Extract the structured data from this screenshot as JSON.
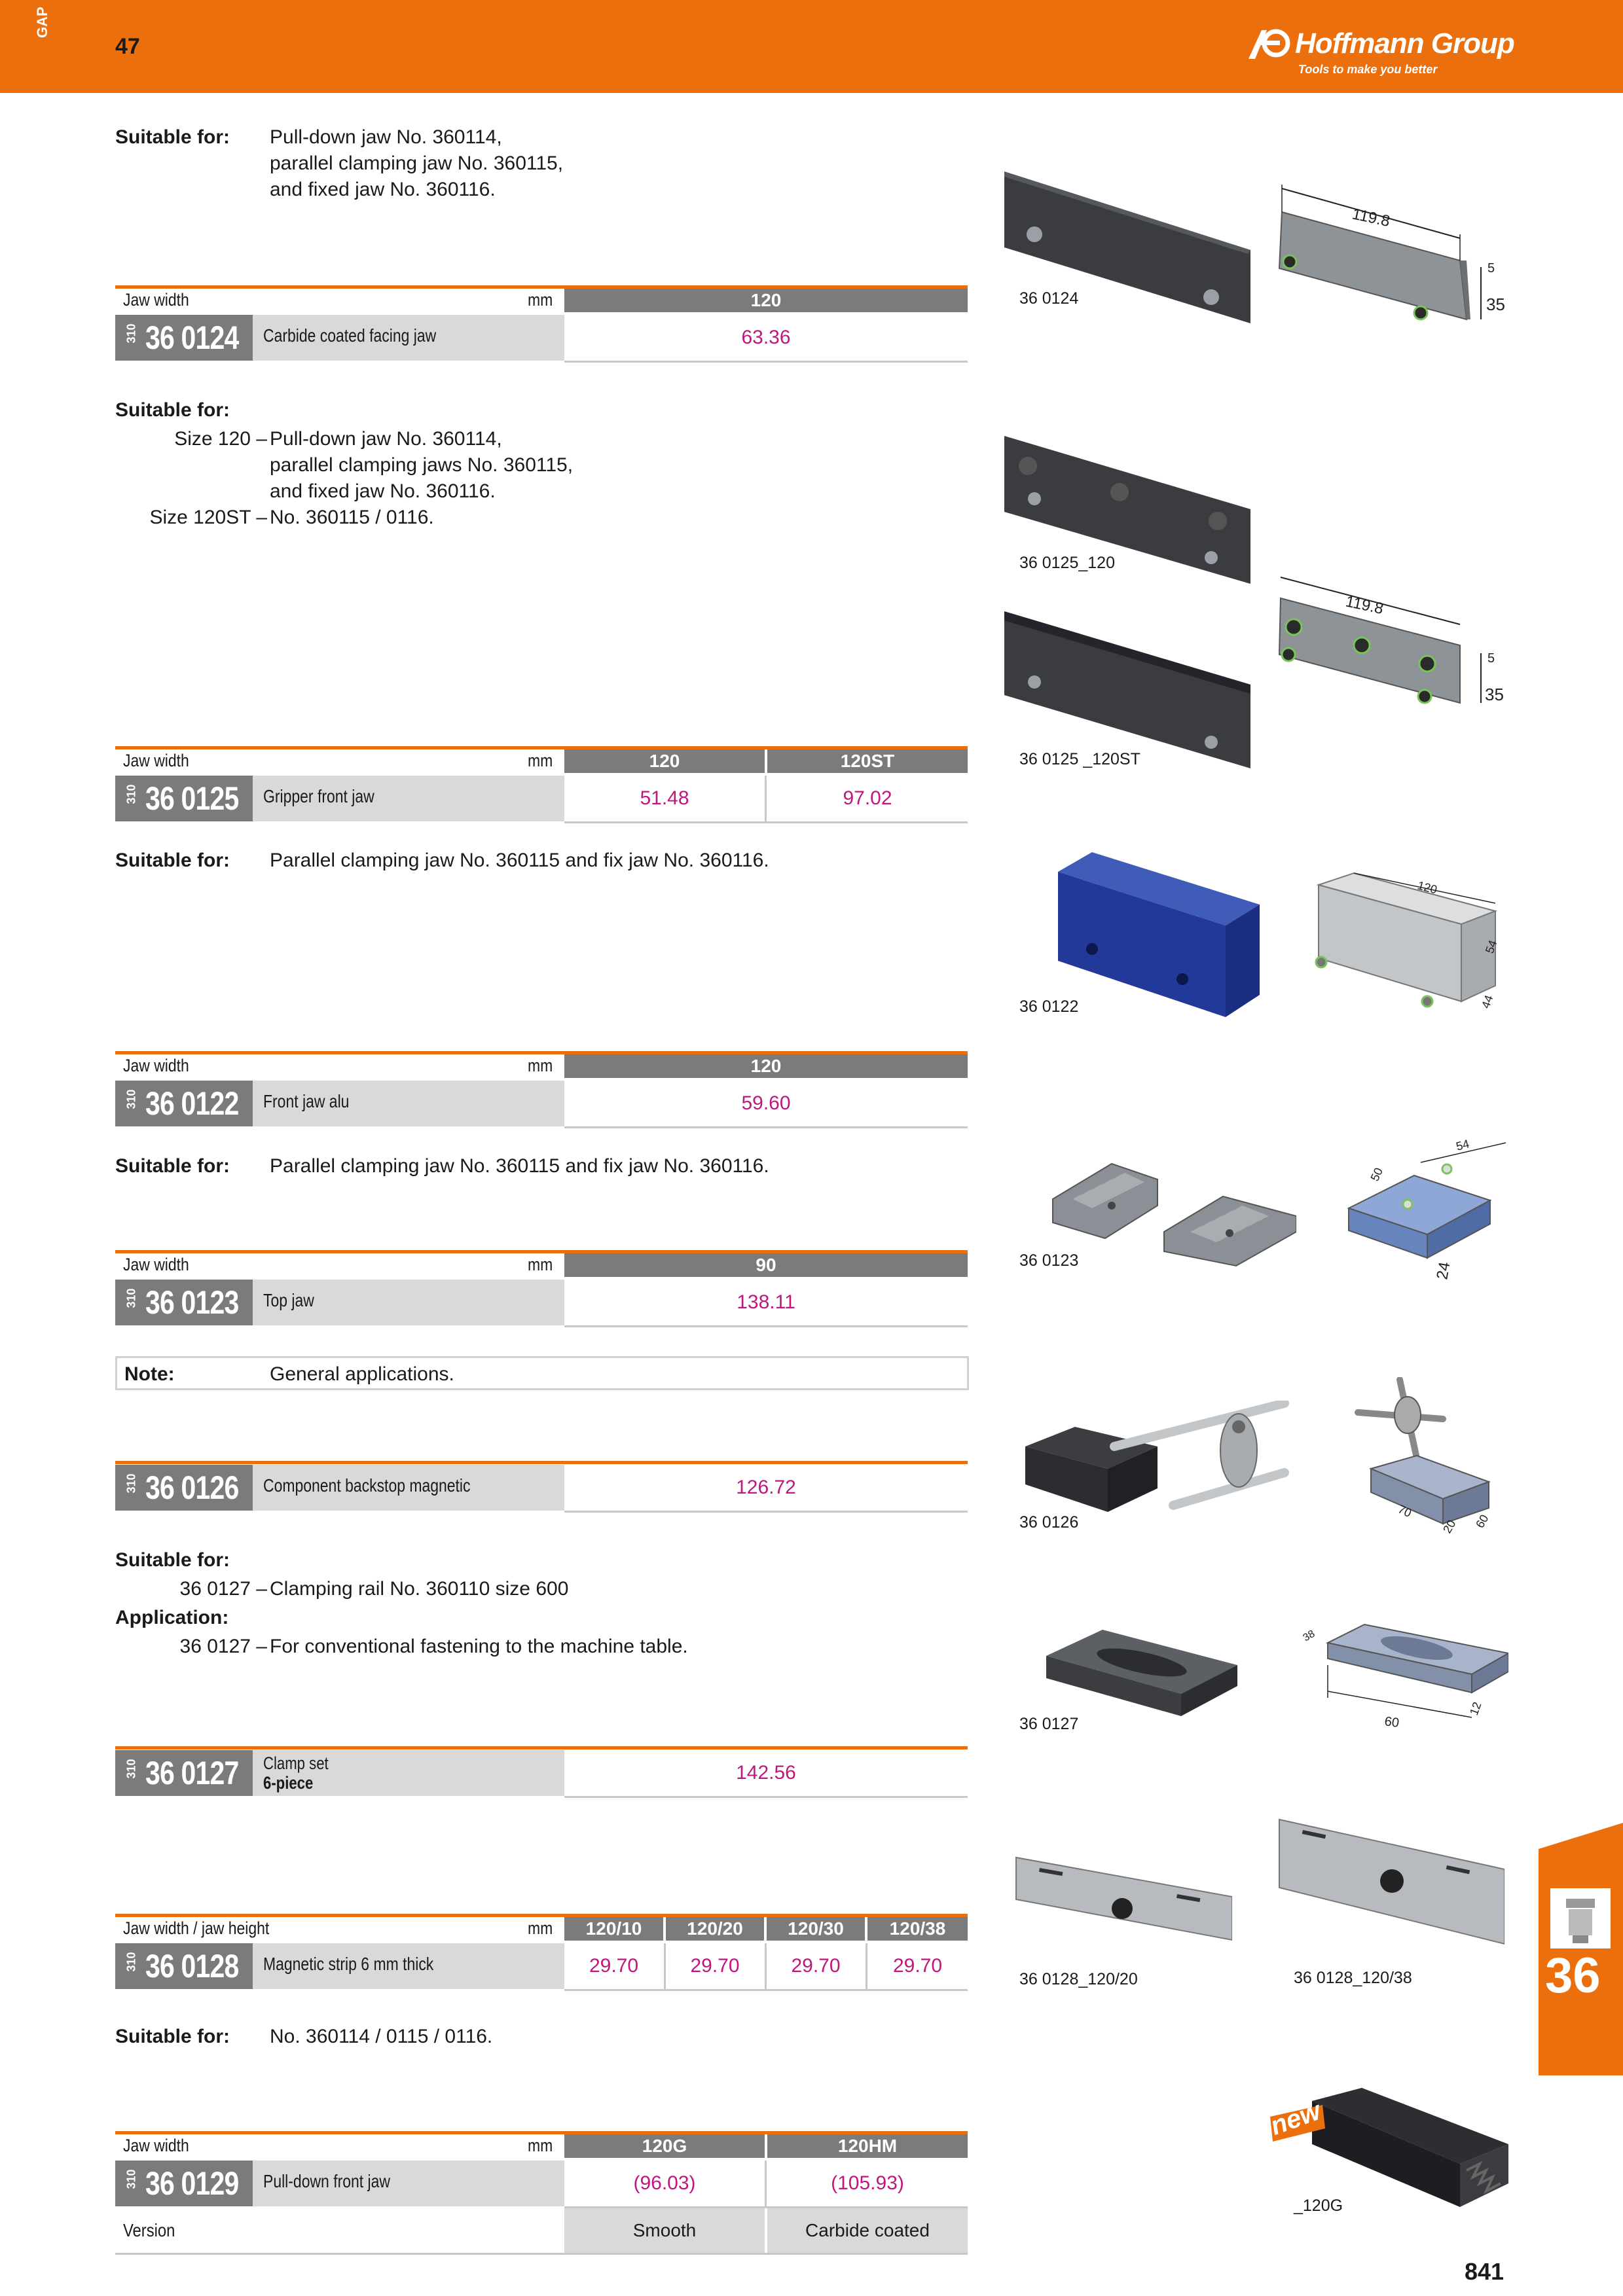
{
  "header": {
    "side_label": "GAP",
    "page_ref": "47",
    "logo_text": "Hoffmann Group",
    "logo_tagline": "Tools to make you better"
  },
  "sections": [
    {
      "suitable_label": "Suitable for:",
      "suitable_lines": [
        "Pull-down jaw No. 360114,",
        "parallel clamping jaw No. 360115,",
        "and fixed jaw No. 360116."
      ],
      "table": {
        "header_label": "Jaw width",
        "unit": "mm",
        "columns": [
          "120"
        ],
        "prefix": "310",
        "article": "36 0124",
        "description": "Carbide coated facing jaw",
        "prices": [
          "63.36"
        ]
      },
      "figure_labels": [
        "36 0124"
      ],
      "dims": [
        "119.8",
        "5",
        "35"
      ]
    },
    {
      "suitable_label": "Suitable for:",
      "sizes": [
        {
          "size": "Size 120 –",
          "lines": [
            "Pull-down jaw No. 360114,",
            "parallel clamping jaws No. 360115,",
            "and fixed jaw No. 360116."
          ]
        },
        {
          "size": "Size 120ST –",
          "lines": [
            "No. 360115 / 0116."
          ]
        }
      ],
      "table": {
        "header_label": "Jaw width",
        "unit": "mm",
        "columns": [
          "120",
          "120ST"
        ],
        "prefix": "310",
        "article": "36 0125",
        "description": "Gripper front jaw",
        "prices": [
          "51.48",
          "97.02"
        ]
      },
      "figure_labels": [
        "36 0125_120",
        "36 0125 _120ST"
      ],
      "dims": [
        "119.8",
        "5",
        "35"
      ]
    },
    {
      "suitable_label": "Suitable for:",
      "suitable_lines": [
        "Parallel clamping jaw No. 360115  and fix jaw No. 360116."
      ],
      "table": {
        "header_label": "Jaw width",
        "unit": "mm",
        "columns": [
          "120"
        ],
        "prefix": "310",
        "article": "36 0122",
        "description": "Front jaw alu",
        "prices": [
          "59.60"
        ]
      },
      "figure_labels": [
        "36 0122"
      ],
      "dims": [
        "120",
        "54",
        "44"
      ]
    },
    {
      "suitable_label": "Suitable for:",
      "suitable_lines": [
        "Parallel clamping jaw No. 360115  and fix jaw No. 360116."
      ],
      "table": {
        "header_label": "Jaw width",
        "unit": "mm",
        "columns": [
          "90"
        ],
        "prefix": "310",
        "article": "36 0123",
        "description": "Top jaw",
        "prices": [
          "138.11"
        ]
      },
      "figure_labels": [
        "36 0123"
      ],
      "dims": [
        "54",
        "50",
        "24"
      ]
    },
    {
      "note_label": "Note:",
      "note_text": "General applications.",
      "table": {
        "prefix": "310",
        "article": "36 0126",
        "description": "Component backstop magnetic",
        "prices": [
          "126.72"
        ]
      },
      "figure_labels": [
        "36 0126"
      ],
      "dims": [
        "70",
        "20",
        "60"
      ]
    },
    {
      "suitable_label": "Suitable for:",
      "suitable_size": "36 0127 –",
      "suitable_text": "Clamping rail No. 360110 size 600",
      "application_label": "Application:",
      "application_size": "36 0127 –",
      "application_text": "For conventional fastening to the machine table.",
      "table": {
        "prefix": "310",
        "article": "36 0127",
        "description_line1": "Clamp set",
        "description_line2": "6-piece",
        "prices": [
          "142.56"
        ]
      },
      "figure_labels": [
        "36 0127"
      ],
      "dims": [
        "38",
        "60",
        "12"
      ]
    },
    {
      "table": {
        "header_label": "Jaw width / jaw height",
        "unit": "mm",
        "columns": [
          "120/10",
          "120/20",
          "120/30",
          "120/38"
        ],
        "prefix": "310",
        "article": "36 0128",
        "description": "Magnetic strip 6 mm thick",
        "prices": [
          "29.70",
          "29.70",
          "29.70",
          "29.70"
        ]
      },
      "figure_labels": [
        "36 0128_120/20",
        "36 0128_120/38"
      ]
    },
    {
      "suitable_label": "Suitable for:",
      "suitable_lines": [
        "No. 360114 / 0115 / 0116."
      ],
      "table": {
        "header_label": "Jaw width",
        "unit": "mm",
        "columns": [
          "120G",
          "120HM"
        ],
        "prefix": "310",
        "article": "36 0129",
        "description": "Pull-down front jaw",
        "prices": [
          "(96.03)",
          "(105.93)"
        ],
        "version_label": "Version",
        "versions": [
          "Smooth",
          "Carbide coated"
        ]
      },
      "figure_labels": [
        "_120G"
      ],
      "badge": "new"
    }
  ],
  "side_tab": {
    "number": "36"
  },
  "page_number": "841",
  "colors": {
    "orange": "#ec6f0e",
    "grey": "#7b7b7b",
    "light_grey": "#d9d9d9",
    "price": "#c0167e"
  }
}
